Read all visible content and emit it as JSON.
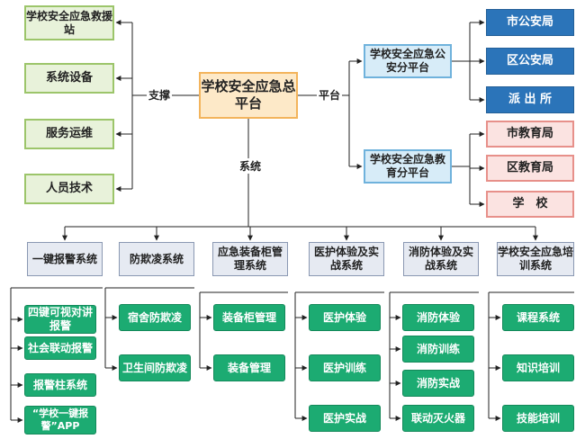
{
  "center": "学校安全应急总平台",
  "edge_labels": {
    "support": "支撑",
    "platform": "平台",
    "system": "系统"
  },
  "support_items": [
    "学校安全应急救援站",
    "系统设备",
    "服务运维",
    "人员技术"
  ],
  "sub_platforms": [
    {
      "label": "学校安全应急公安分平台",
      "children": [
        "市公安局",
        "区公安局",
        "派 出 所"
      ]
    },
    {
      "label": "学校安全应急教育分平台",
      "children": [
        "市教育局",
        "区教育局",
        "学　校"
      ]
    }
  ],
  "systems": [
    {
      "label": "一键报警系统",
      "children": [
        "四键可视对讲报警",
        "社会联动报警",
        "报警柱系统",
        "“学校一键报警”APP"
      ]
    },
    {
      "label": "防欺凌系统",
      "children": [
        "宿舍防欺凌",
        "卫生间防欺凌"
      ]
    },
    {
      "label": "应急装备柜管理系统",
      "children": [
        "装备柜管理",
        "装备管理"
      ]
    },
    {
      "label": "医护体验及实战系统",
      "children": [
        "医护体验",
        "医护训练",
        "医护实战"
      ]
    },
    {
      "label": "消防体验及实战系统",
      "children": [
        "消防体验",
        "消防训练",
        "消防实战",
        "联动灭火器"
      ]
    },
    {
      "label": "学校安全应急培训系统",
      "children": [
        "课程系统",
        "知识培训",
        "技能培训"
      ]
    }
  ],
  "colors": {
    "support_fill": "#e8f2da",
    "center_fill": "#fde9c8",
    "sub_platform_fill": "#d7ecf8",
    "police_fill": "#2b74b9",
    "education_fill": "#fbe3e1",
    "system_fill": "#e6eaf2",
    "leaf_fill": "#1cab72"
  }
}
